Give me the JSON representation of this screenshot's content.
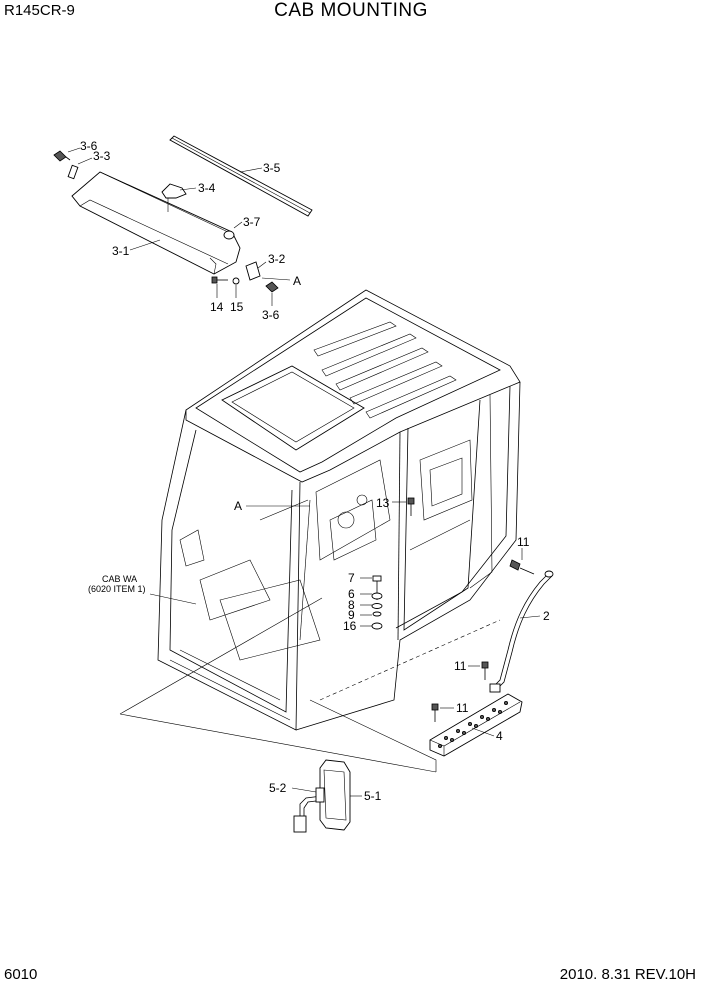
{
  "header": {
    "model": "R145CR-9",
    "title": "CAB MOUNTING"
  },
  "footer": {
    "page_number": "6010",
    "revision": "2010. 8.31  REV.10H"
  },
  "callouts": {
    "c3_6a": "3-6",
    "c3_3": "3-3",
    "c3_5": "3-5",
    "c3_4": "3-4",
    "c3_7": "3-7",
    "c3_1": "3-1",
    "c3_2": "3-2",
    "cA1": "A",
    "c14": "14",
    "c15": "15",
    "c3_6b": "3-6",
    "cA2": "A",
    "c13": "13",
    "c11a": "11",
    "c7": "7",
    "c6": "6",
    "c8": "8",
    "c9": "9",
    "c16": "16",
    "c2": "2",
    "c11b": "11",
    "c11c": "11",
    "c4": "4",
    "c5_2": "5-2",
    "c5_1": "5-1"
  },
  "note": {
    "line1": "CAB WA",
    "line2": "(6020 ITEM 1)"
  }
}
